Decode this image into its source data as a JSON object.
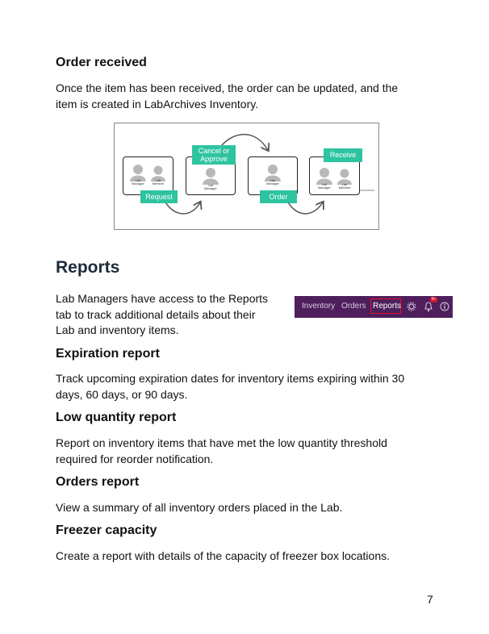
{
  "order_received": {
    "heading": "Order received",
    "body_line1": "Once the item has been received, the order can be updated, and the",
    "body_line2": "item is created in LabArchives Inventory."
  },
  "diagram": {
    "tags": {
      "cancel_line1": "Cancel or",
      "cancel_line2": "Approve",
      "receive": "Receive",
      "request": "Request",
      "order": "Order"
    },
    "labels": {
      "lab_manager_l1": "Lab",
      "lab_manager_l2": "Manager",
      "lab_member_l1": "Lab",
      "lab_member_l2": "Member"
    },
    "colors": {
      "tag": "#2ec4a0",
      "person": "#b8b8b8"
    }
  },
  "reports": {
    "heading": "Reports",
    "intro_line1": "Lab Managers have access to the Reports",
    "intro_line2": "tab to track additional details about their",
    "intro_line3": "Lab and inventory items."
  },
  "navbar": {
    "items": [
      "Inventory",
      "Orders",
      "Reports"
    ],
    "active": "Reports",
    "badge": "9+",
    "colors": {
      "bg": "#4e1f5c",
      "highlight": "#e0142b"
    }
  },
  "expiration": {
    "heading": "Expiration report",
    "line1": "Track upcoming expiration dates for inventory items expiring within 30",
    "line2": "days, 60 days, or 90 days."
  },
  "low_quantity": {
    "heading": "Low quantity report",
    "line1": "Report on inventory items that have met the low quantity threshold",
    "line2": "required for reorder notification."
  },
  "orders_report": {
    "heading": "Orders report",
    "line1": "View a summary of all inventory orders placed in the Lab."
  },
  "freezer": {
    "heading": "Freezer capacity",
    "line1": "Create a report with details of the capacity of freezer box locations."
  },
  "page": {
    "number": "7"
  }
}
